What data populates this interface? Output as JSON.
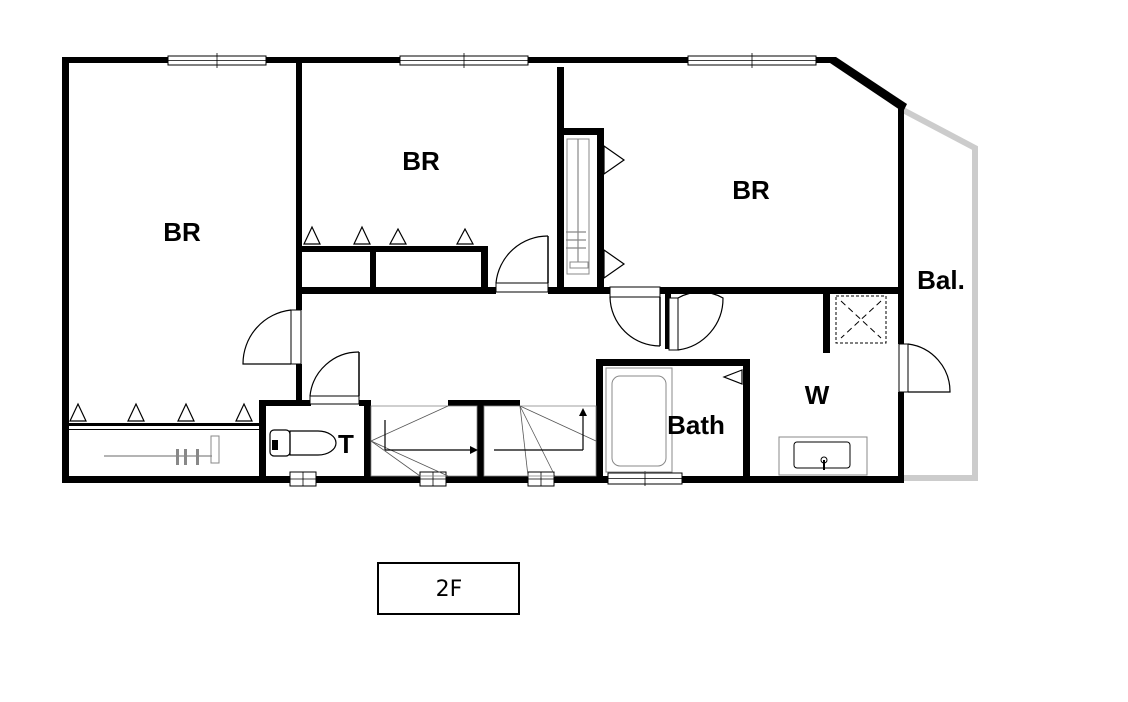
{
  "plan": {
    "floor_label": "2F",
    "rooms": {
      "br_west": "BR",
      "br_north": "BR",
      "br_east": "BR",
      "balcony": "Bal.",
      "toilet": "T",
      "bath": "Bath",
      "washroom": "W"
    }
  },
  "colors": {
    "wall": "#000000",
    "balcony_rail": "#cccccc",
    "fixture": "#888888"
  }
}
